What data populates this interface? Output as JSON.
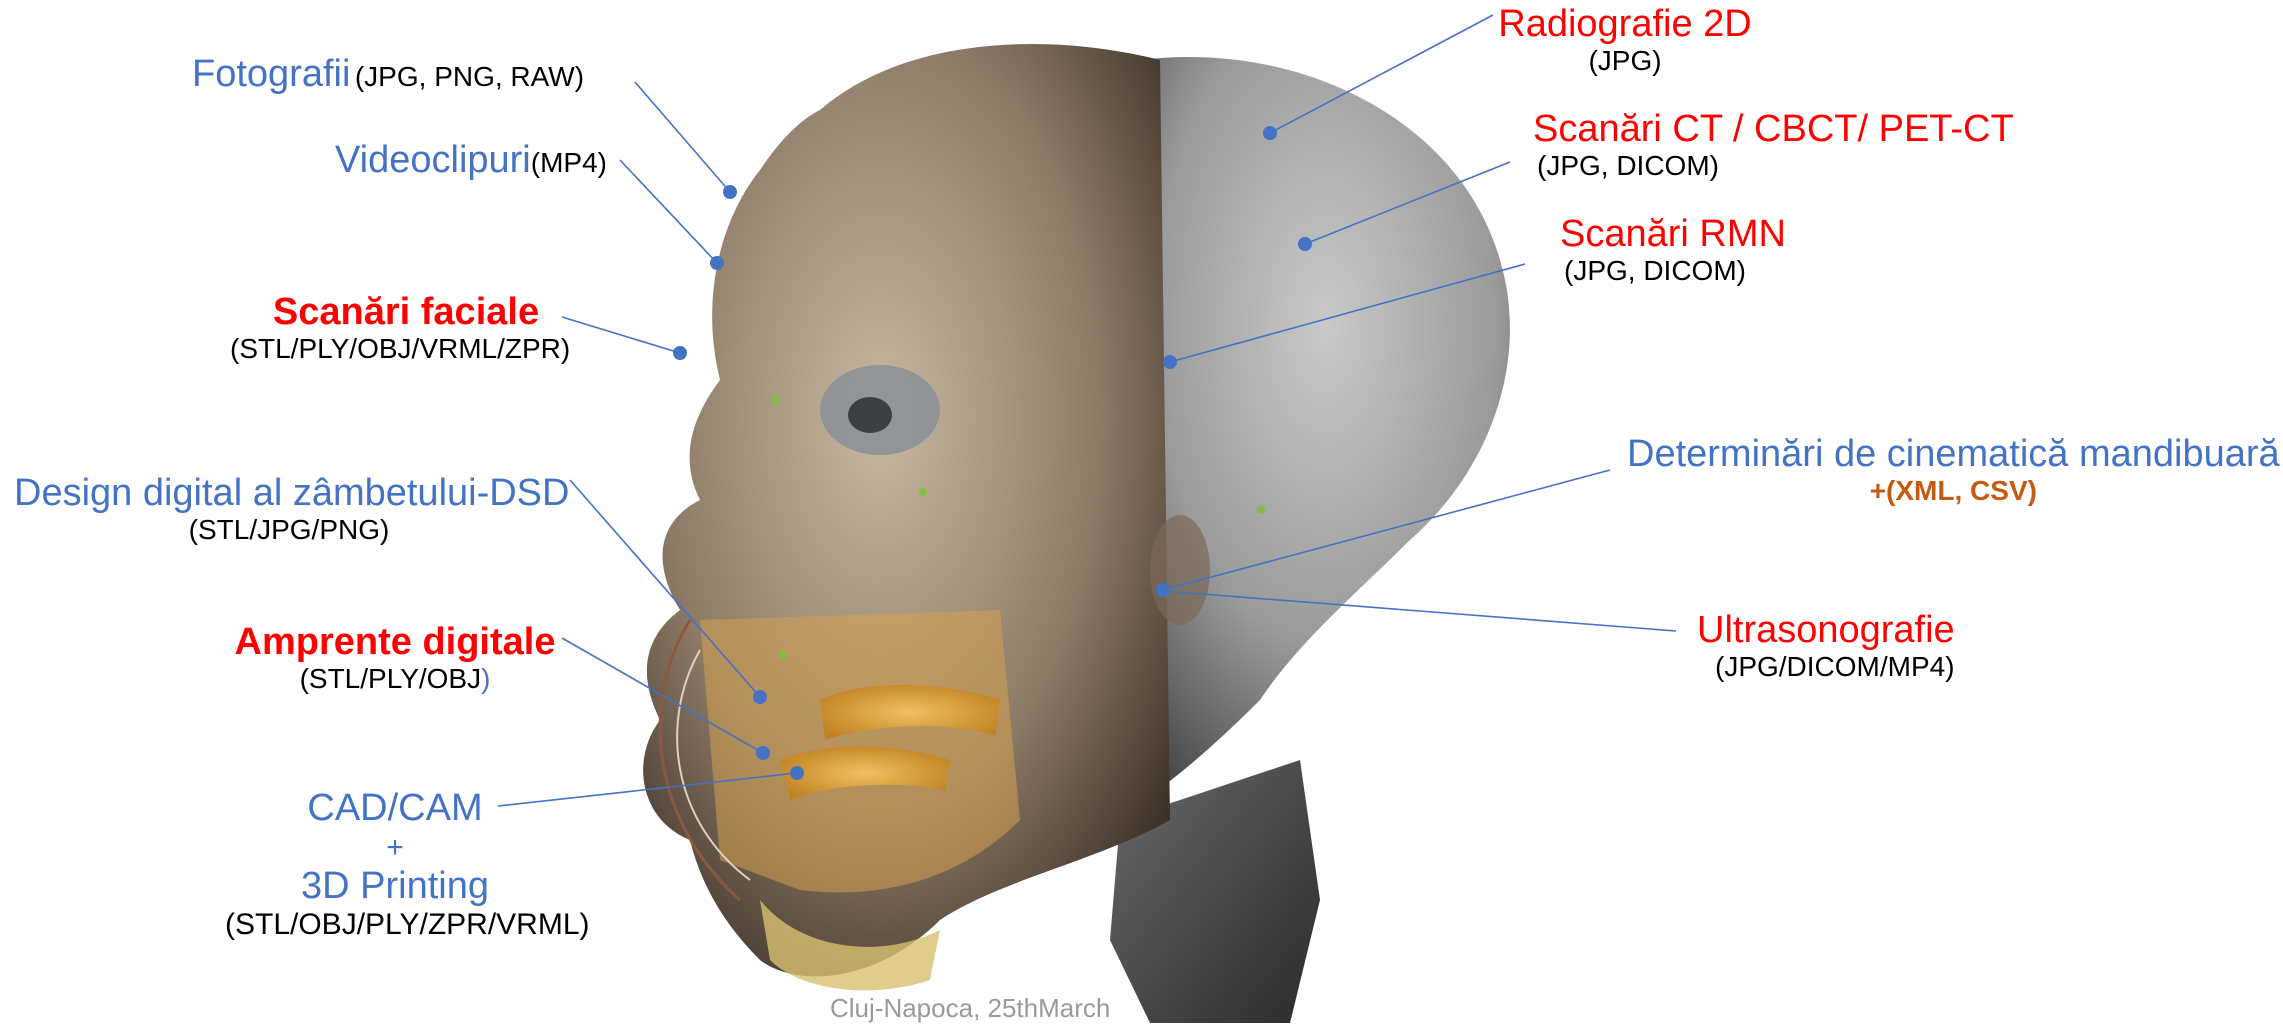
{
  "colors": {
    "label_blue": "#4472c4",
    "label_red": "#ff0000",
    "format_orange": "#c55a11",
    "leader_line": "#4472c4"
  },
  "left": {
    "fotografii": {
      "title": "Fotografii",
      "formats": "(JPG, PNG, RAW)"
    },
    "videoclipuri": {
      "title": "Videoclipuri",
      "formats": "(MP4)"
    },
    "scanari_faciale": {
      "title": "Scanări faciale",
      "formats": "(STL/PLY/OBJ/VRML/ZPR)"
    },
    "dsd": {
      "title": "Design digital al zâmbetului-DSD",
      "formats": "(STL/JPG/PNG)"
    },
    "amprente": {
      "title": "Amprente digitale",
      "formats": "(STL/PLY/OBJ",
      "formats_close": ")"
    },
    "cadcam": {
      "line1": "CAD/CAM",
      "line2": "+",
      "line3": "3D Printing",
      "formats": "(STL/OBJ/PLY/ZPR/VRML",
      "formats_close": ")"
    }
  },
  "right": {
    "radiografie": {
      "title": "Radiografie 2D",
      "formats": "(JPG)"
    },
    "ct": {
      "title": "Scanări CT / CBCT/ PET-CT",
      "formats": "(JPG, DICOM)"
    },
    "rmn": {
      "title": "Scanări RMN",
      "formats": "(JPG, DICOM)"
    },
    "cinematica": {
      "title": "Determinări de cinematică mandibuară",
      "formats": "+(XML, CSV)"
    },
    "ultrasonografie": {
      "title": "Ultrasonografie",
      "formats": "(JPG/DICOM/MP4)"
    }
  },
  "footer": "Cluj-Napoca,  25thMarch",
  "image": {
    "icon": "skull-3d-render-image"
  }
}
